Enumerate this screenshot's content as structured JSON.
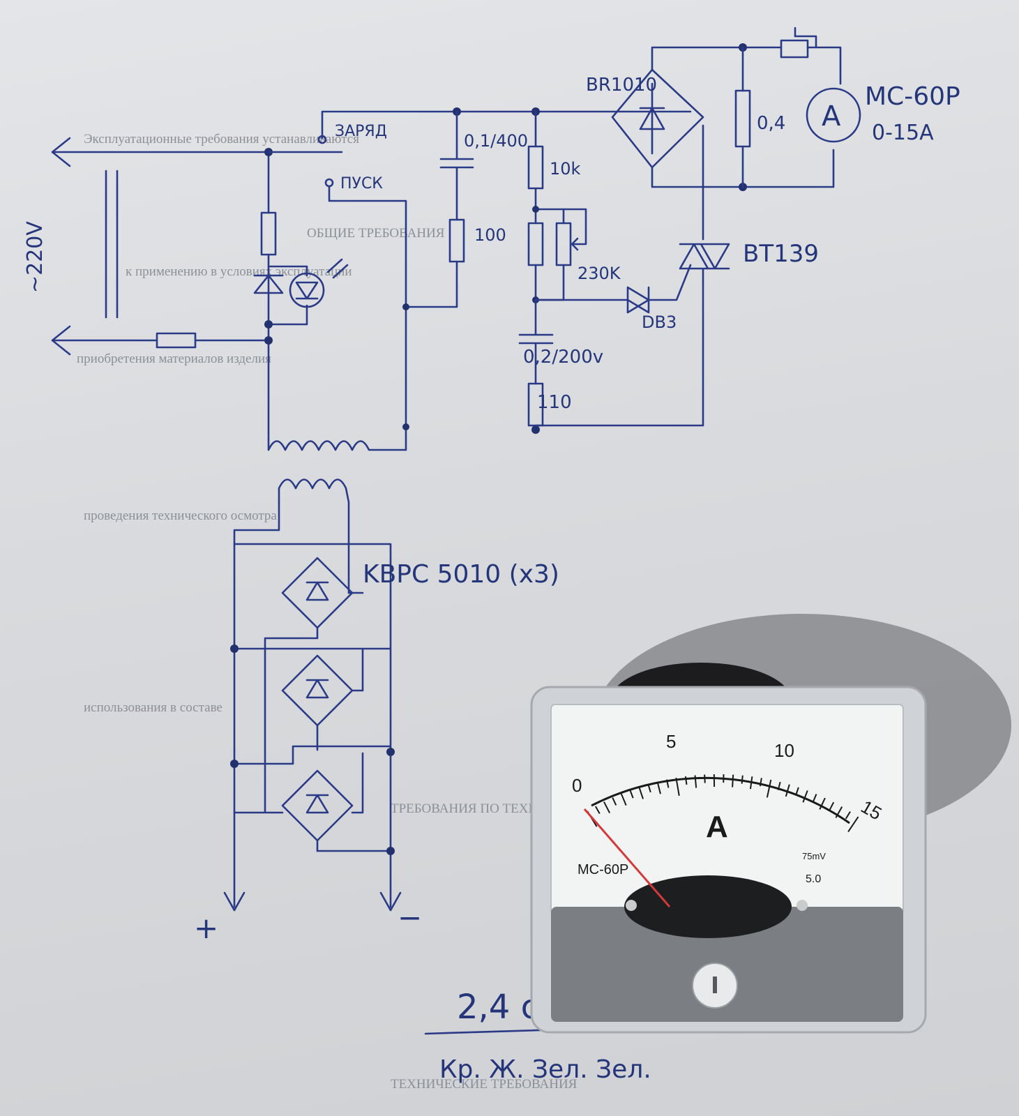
{
  "schematic": {
    "mains_label": "~220V",
    "switch_charge_label": "ЗАРЯД",
    "switch_start_label": "ПУСК",
    "cap_main_label": "0,1/400",
    "res_100_label": "100",
    "res_10k_label": "10k",
    "pot_label": "230K",
    "diac_label": "DB3",
    "cap_timing_label": "0,2/200v",
    "res_110_label": "110",
    "bridge_label": "BR1010",
    "shunt_label": "0,4",
    "ammeter_symbol": "A",
    "ammeter_model": "MC-60P",
    "ammeter_range": "0-15A",
    "triac_label": "BT139",
    "rectifier_label": "KBPC 5010 (x3)",
    "plus_label": "+",
    "minus_label": "−"
  },
  "meter": {
    "scale_labels": [
      "0",
      "5",
      "10",
      "15"
    ],
    "unit": "A",
    "model": "MC-60P",
    "shunt_voltage": "75mV",
    "class_marking": "5.0",
    "reading_amps": 0
  },
  "background_print": [
    "Эксплуатационные требования устанавливаются",
    "к применению в условиях эксплуатации",
    "приобретения материалов изделия",
    "ОБЩИЕ ТРЕБОВАНИЯ",
    "проведения технического осмотра",
    "использования в составе",
    "ТРЕБОВАНИЯ ПО ТЕХНИКЕ БЕЗОПАСНОСТИ",
    "ТЕХНИЧЕСКИЕ ТРЕБОВАНИЯ"
  ],
  "footer_notes": {
    "value": "2,4 с",
    "colors": "Кр. Ж. Зел. Зел."
  },
  "colors": {
    "ink": "#2a3a86",
    "paper": "#e2e4e7",
    "meter_needle": "#d23a3a"
  }
}
